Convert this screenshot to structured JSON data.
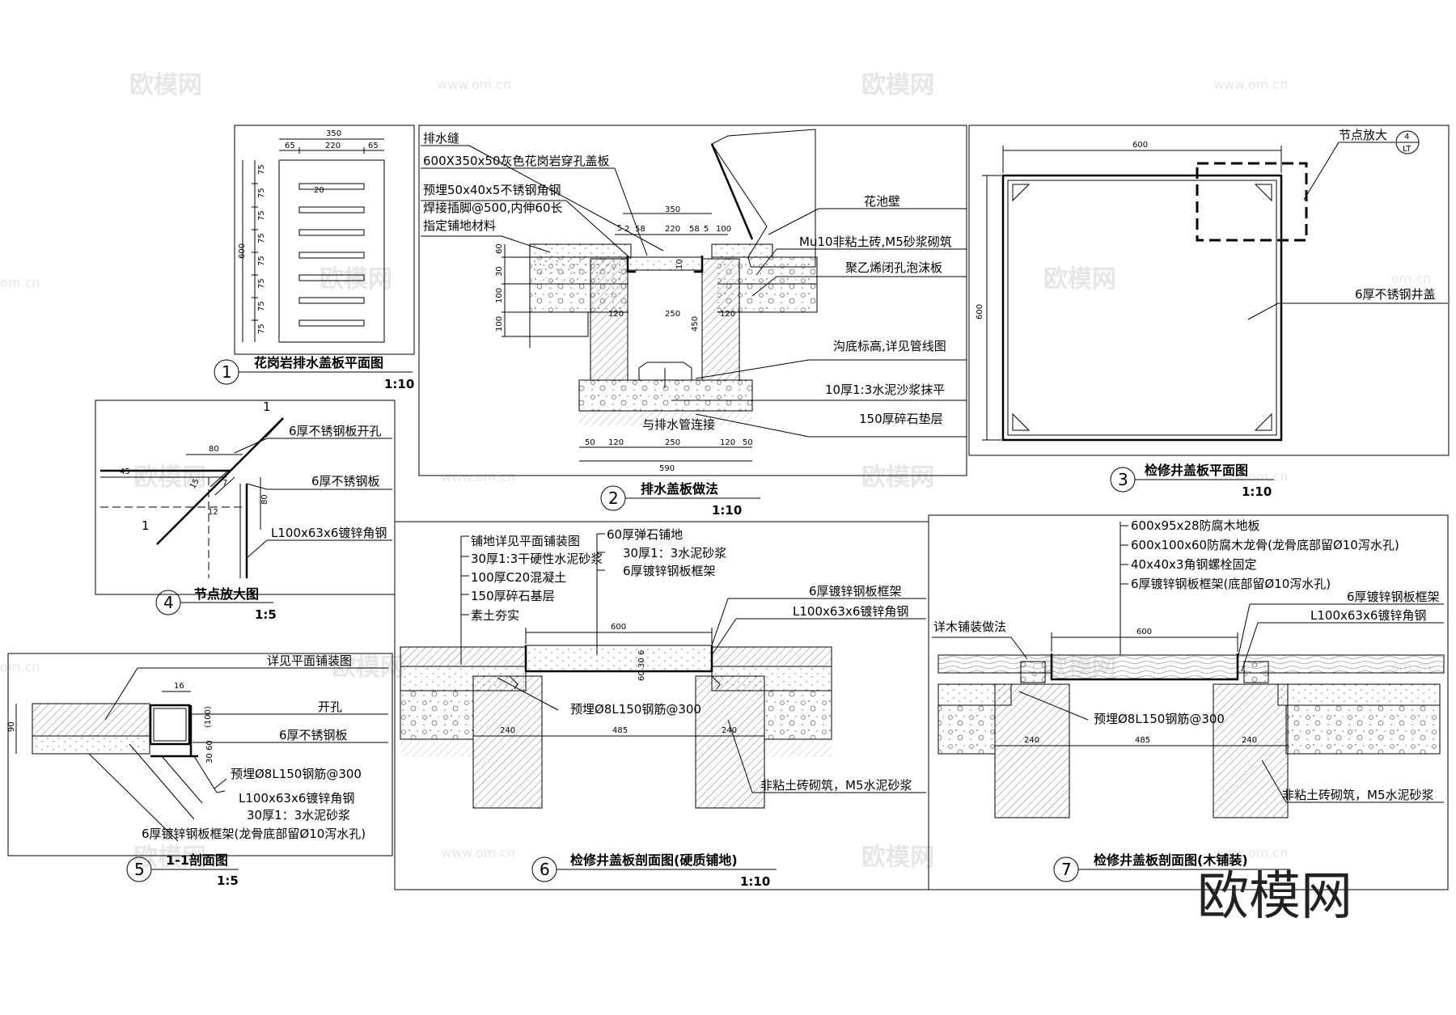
{
  "watermark": {
    "brand": "欧模网",
    "url": "www.om.cn",
    "url_short": "om.cn"
  },
  "brand_mark": "欧模网",
  "d1": {
    "num": "1",
    "title": "花岗岩排水盖板平面图",
    "scale": "1:10",
    "dims_top": [
      "350",
      "65",
      "220",
      "65"
    ],
    "dims_left": [
      "75",
      "75",
      "75",
      "75",
      "75",
      "75",
      "75",
      "75"
    ],
    "dim_total": "600",
    "slot": "20"
  },
  "d2": {
    "num": "2",
    "title": "排水盖板做法",
    "scale": "1:10",
    "labels": [
      "排水缝",
      "600X350x50灰色花岗岩穿孔盖板",
      "预埋50x40x5不锈钢角钢",
      "焊接插脚@500,内伸60长",
      "指定铺地材料",
      "花池壁",
      "Mu10非粘土砖,M5砂浆砌筑",
      "聚乙烯闭孔泡沫板",
      "沟底标高,详见管线图",
      "10厚1:3水泥沙浆抹平",
      "150厚碎石垫层",
      "与排水管连接"
    ],
    "dims_top": [
      "350",
      "5",
      "2",
      "58",
      "220",
      "58",
      "5",
      "100"
    ],
    "dims_left": [
      "60",
      "30",
      "100",
      "100"
    ],
    "dims_bottom": [
      "50",
      "120",
      "250",
      "120",
      "50",
      "590"
    ],
    "dims_inner": [
      "120",
      "250",
      "120",
      "450",
      "10"
    ]
  },
  "d3": {
    "num": "3",
    "title": "检修井盖板平面图",
    "scale": "1:10",
    "dim_w": "600",
    "dim_h": "600",
    "labels": [
      "节点放大",
      "6厚不锈钢井盖"
    ],
    "ref_num": "4",
    "ref_sheet": "LT"
  },
  "d4": {
    "num": "4",
    "title": "节点放大图",
    "scale": "1:5",
    "labels": [
      "6厚不锈钢板开孔",
      "6厚不锈钢板",
      "L100x63x6镀锌角钢"
    ],
    "dims": [
      "80",
      "80",
      "45",
      "15",
      "7",
      "12"
    ],
    "cut": "1"
  },
  "d5": {
    "num": "5",
    "title": "1-1剖面图",
    "scale": "1:5",
    "labels": [
      "详见平面铺装图",
      "开孔",
      "6厚不锈钢板",
      "预埋Ø8L150钢筋@300",
      "L100x63x6镀锌角钢",
      "30厚1：3水泥砂浆",
      "6厚镀锌钢板框架(龙骨底部留Ø10泻水孔)"
    ],
    "dims": [
      "16",
      "90",
      "(100)",
      "60",
      "30"
    ]
  },
  "d6": {
    "num": "6",
    "title": "检修井盖板剖面图(硬质铺地)",
    "scale": "1:10",
    "labels": [
      "铺地详见平面铺装图",
      "30厚1:3干硬性水泥砂浆",
      "100厚C20混凝土",
      "150厚碎石基层",
      "素土夯实",
      "60厚弹石铺地",
      "30厚1：3水泥砂浆",
      "6厚镀锌钢板框架",
      "6厚镀锌钢板框架",
      "L100x63x6镀锌角钢",
      "预埋Ø8L150钢筋@300",
      "非粘土砖砌筑，M5水泥砂浆"
    ],
    "dims": [
      "600",
      "240",
      "485",
      "240",
      "6",
      "30",
      "60"
    ]
  },
  "d7": {
    "num": "7",
    "title": "检修井盖板剖面图(木铺装)",
    "labels": [
      "600x95x28防腐木地板",
      "600x100x60防腐木龙骨(龙骨底部留Ø10泻水孔)",
      "40x40x3角钢螺栓固定",
      "6厚镀锌钢板框架(底部留Ø10泻水孔)",
      "6厚镀锌钢板框架",
      "L100x63x6镀锌角钢",
      "详木铺装做法",
      "预埋Ø8L150钢筋@300",
      "非粘土砖砌筑，M5水泥砂浆"
    ],
    "dims": [
      "600",
      "240",
      "485",
      "240"
    ]
  }
}
